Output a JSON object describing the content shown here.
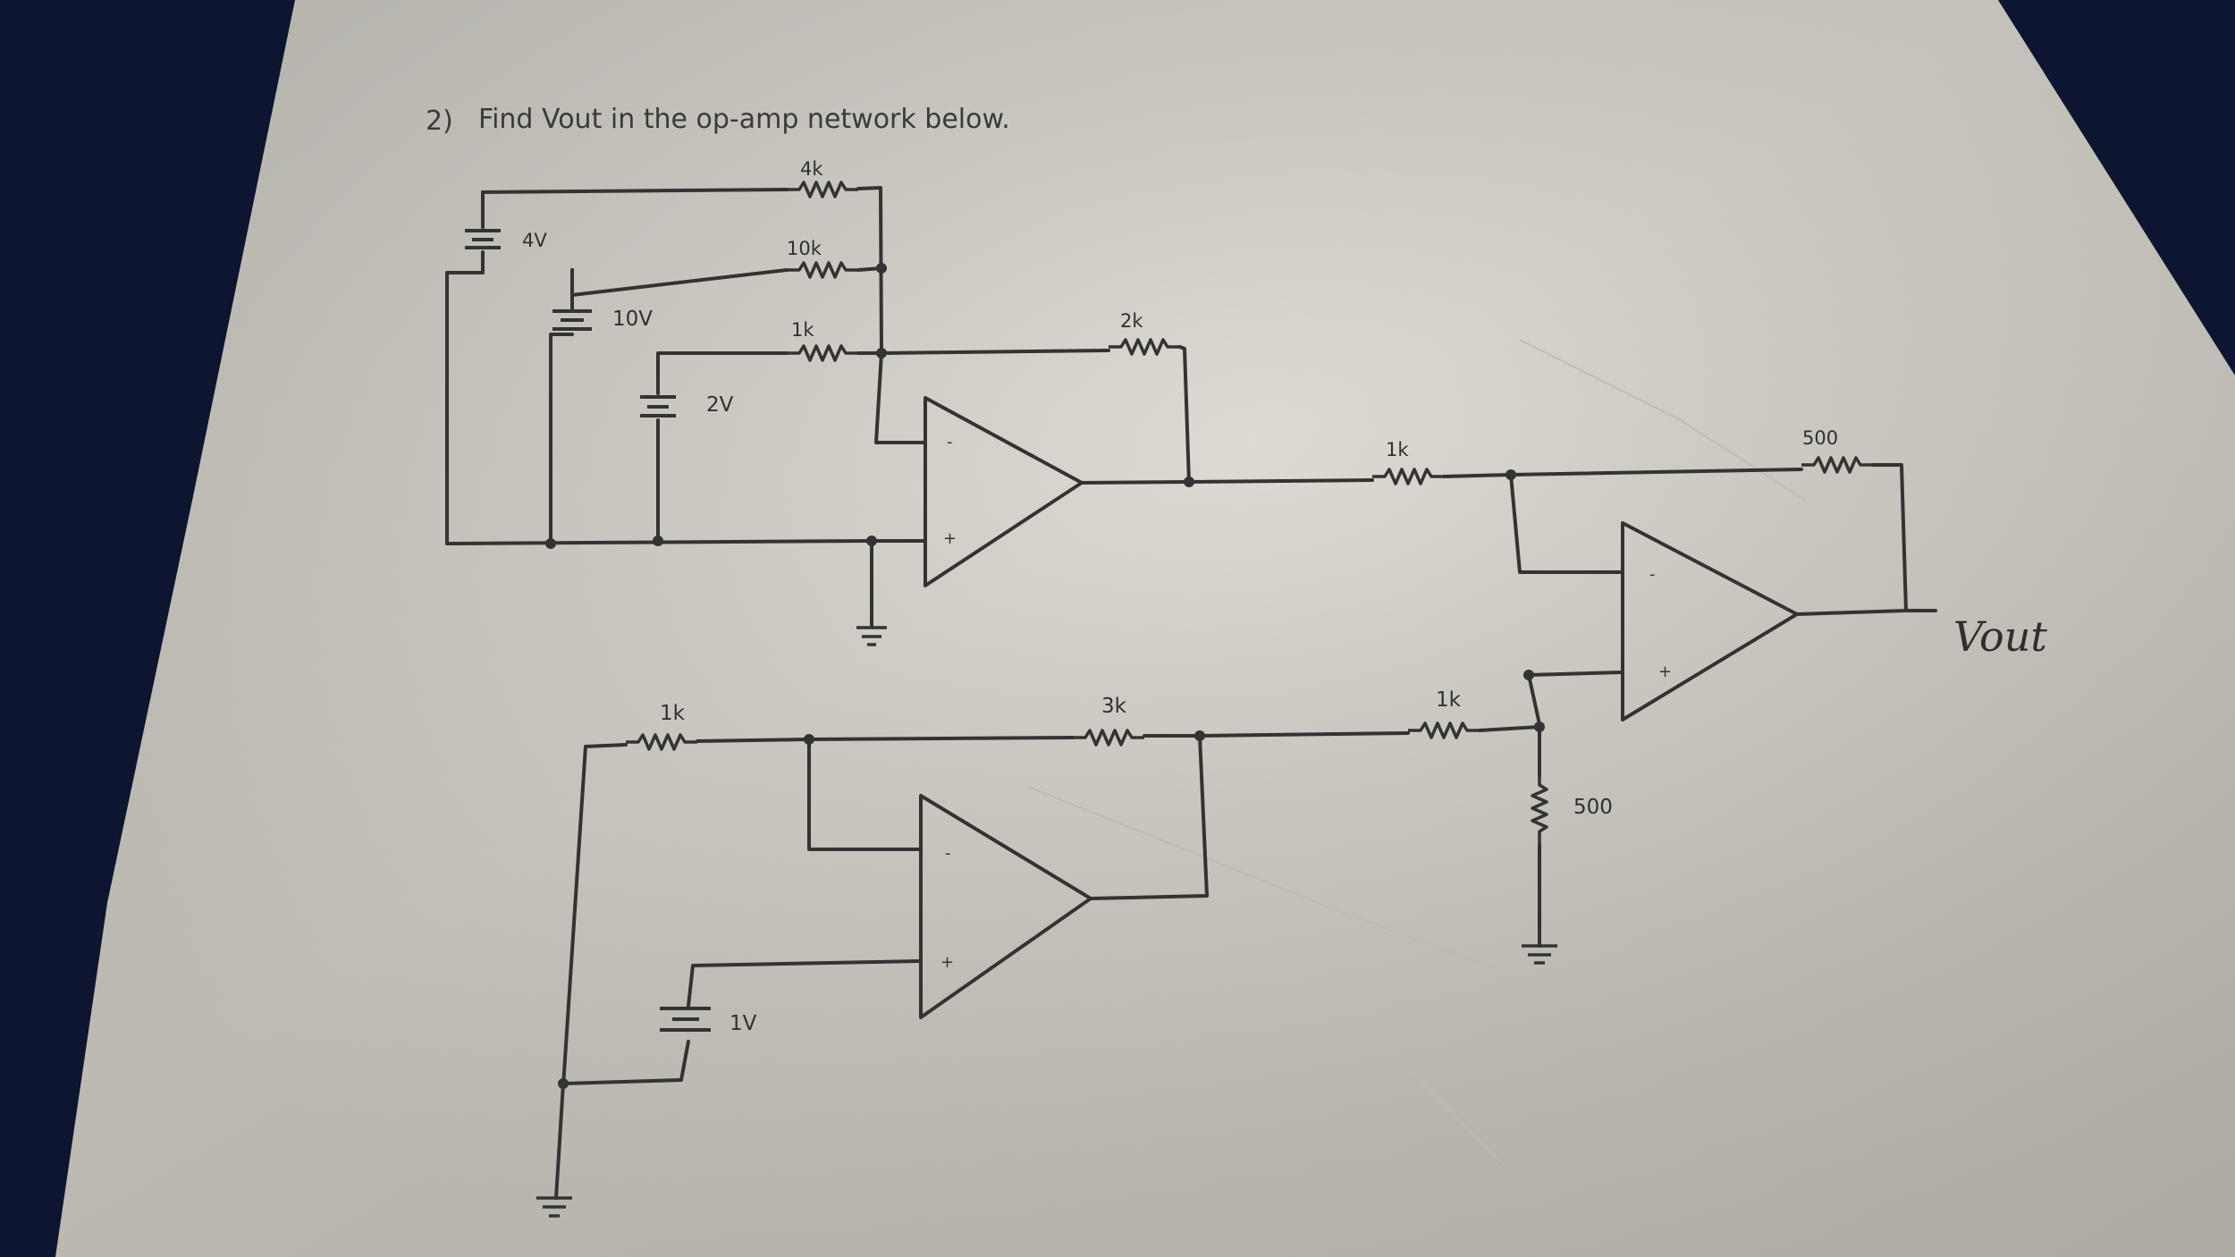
{
  "problem": {
    "number": "2)",
    "text": "Find Vout in the op-amp network below."
  },
  "circuit": {
    "resistors": {
      "r_4k": "4k",
      "r_10k": "10k",
      "r_1k_top": "1k",
      "r_2k": "2k",
      "r_1k_mid": "1k",
      "r_500_feedback": "500",
      "r_1k_bottom_left": "1k",
      "r_3k": "3k",
      "r_1k_bottom_right": "1k",
      "r_500_ground": "500"
    },
    "sources": {
      "v_4": "4V",
      "v_10": "10V",
      "v_2": "2V",
      "v_1": "1V"
    },
    "input_signs": {
      "minus": "-",
      "plus": "+"
    },
    "output_label": "Vout"
  },
  "colors": {
    "paper": "#d4d1c7",
    "ink": "#333333",
    "background": "#0d1530"
  }
}
